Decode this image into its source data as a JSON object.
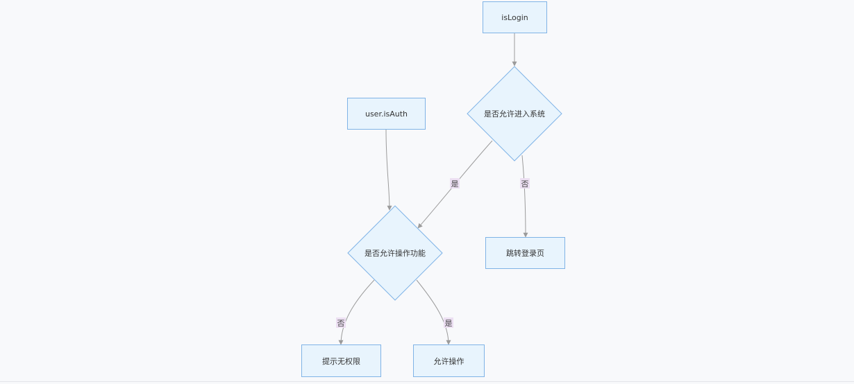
{
  "nodes": {
    "is_login": "isLogin",
    "allow_enter": "是否允许进入系统",
    "user_is_auth": "user.isAuth",
    "allow_operate": "是否允许操作功能",
    "goto_login": "跳转登录页",
    "no_permission": "提示无权限",
    "allow_action": "允许操作"
  },
  "edges": {
    "enter_yes": "是",
    "enter_no": "否",
    "operate_no": "否",
    "operate_yes": "是"
  },
  "colors": {
    "node_fill": "#e8f4fd",
    "node_stroke": "#7fb3e6",
    "edge": "#9b9b9b",
    "label_bg": "#ecdff2"
  }
}
